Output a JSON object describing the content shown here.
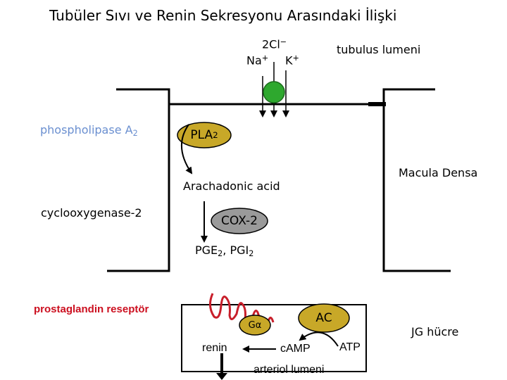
{
  "title": "Tubüler Sıvı ve Renin Sekresyonu Arasındaki İlişki",
  "lumen": {
    "cl_label": "2Cl",
    "cl_charge": "−",
    "na_label": "Na",
    "na_charge": "+",
    "k_label": "K",
    "k_charge": "+",
    "tubulus_label": "tubulus lumeni"
  },
  "macula_densa_label": "Macula Densa",
  "enzymes": {
    "phospholipase_label": "phospholipase A",
    "phospholipase_sub": "2",
    "pla_label": "PLA",
    "pla_sub": "2",
    "cyclooxygenase_label": "cyclooxygenase-2",
    "cox_label": "COX-2"
  },
  "metabolites": {
    "arachidonic_label": "Arachadonic acid",
    "pge_label": "PGE",
    "pge_sub": "2",
    "pgi_sep": ", PGI",
    "pgi_sub": "2"
  },
  "jg_cell": {
    "receptor_label": "prostaglandin reseptör",
    "g_alpha_label": "Gα",
    "ac_label": "AC",
    "camp_label": "cAMP",
    "atp_label": "ATP",
    "renin_label": "renin",
    "arteriol_label": "arteriol lumeni",
    "jg_label": "JG hücre"
  },
  "colors": {
    "olive_fill": "#c8a828",
    "green_channel": "#2ea82e",
    "receptor_red": "#c81e2a",
    "phospholipase_blue": "#6a8fd0"
  }
}
